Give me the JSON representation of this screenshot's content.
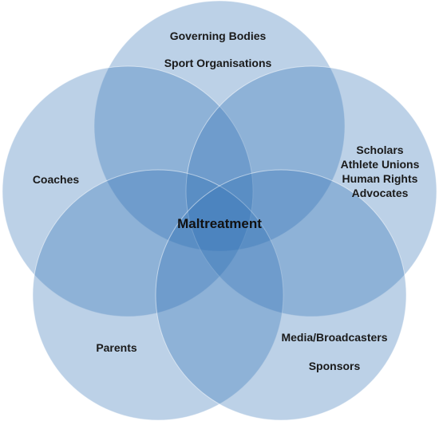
{
  "center": "Maltreatment",
  "groups": {
    "top": [
      "Governing Bodies",
      "Sport Organisations"
    ],
    "left": [
      "Coaches"
    ],
    "right": [
      "Scholars",
      "Athlete Unions",
      "Human Rights",
      "Advocates"
    ],
    "bottom_left": [
      "Parents"
    ],
    "bottom_right": [
      "Media/Broadcasters",
      "Sponsors"
    ]
  },
  "colors": {
    "circle_fill": "#2f6fb4"
  }
}
